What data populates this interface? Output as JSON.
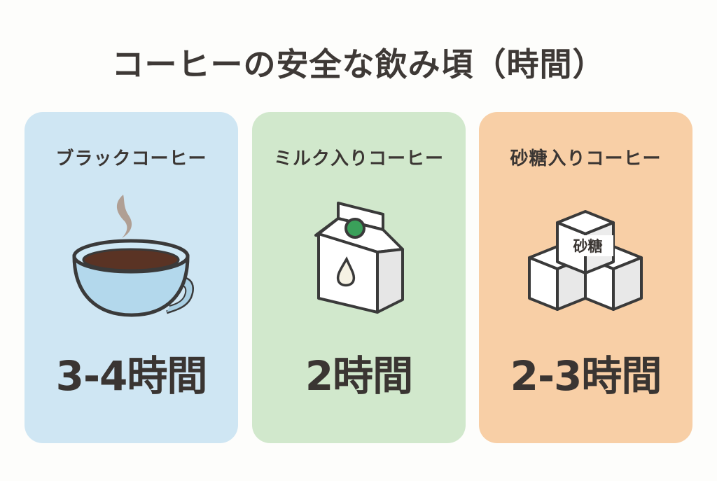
{
  "title": "コーヒーの安全な飲み頃（時間）",
  "cards": [
    {
      "label": "ブラックコーヒー",
      "icon": "coffee-cup-icon",
      "value": "3-4時間",
      "bg_color": "#cfe6f3"
    },
    {
      "label": "ミルク入りコーヒー",
      "icon": "milk-carton-icon",
      "value": "2時間",
      "bg_color": "#d1e8cc"
    },
    {
      "label": "砂糖入りコーヒー",
      "icon": "sugar-cubes-icon",
      "value": "2-3時間",
      "bg_color": "#f8cfa6",
      "icon_text": "砂糖"
    }
  ]
}
